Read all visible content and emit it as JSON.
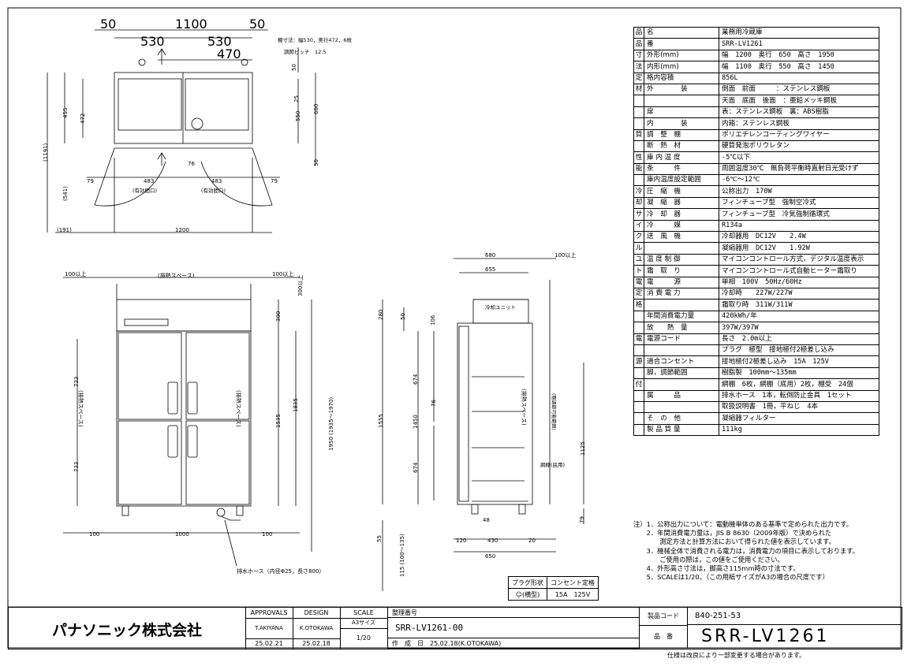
{
  "dimensions": {
    "top_w": "1100",
    "top_margin_l": "50",
    "top_margin_r": "50",
    "top_half_l": "530",
    "top_half_r": "530",
    "shelf_470": "470",
    "shelf_note": "棚寸法：幅530，奥行472，6枚",
    "pitch_note": "調節ピッチ　12.5",
    "top_50a": "50",
    "top_25": "25",
    "top_550": "550",
    "top_600": "600",
    "top_50b": "50",
    "left_455": "455",
    "left_472": "472",
    "left_1191": "(1191)",
    "left_541": "(541)",
    "eff_79a": "79",
    "eff_483a": "483",
    "eff_label_a": "(有効間口)",
    "eff_76": "76",
    "eff_483b": "483",
    "eff_label_b": "(有効間口)",
    "eff_79b": "79",
    "bot_191": "(191)",
    "bot_1200": "1200",
    "front_100l": "100以上",
    "front_exhaust": "(排熱スペース)",
    "front_100r": "100以上",
    "front_300": "300以上",
    "front_side_l": "(排熱スペース)",
    "front_side_r": "(排熱スペース)",
    "front_733a": "733",
    "front_733b": "733",
    "front_300v": "300",
    "front_1535": "1535",
    "front_1835": "1835",
    "front_1950": "1950 (1935〜1970)",
    "front_bot_100l": "100",
    "front_bot_1000": "1000",
    "front_bot_100r": "100",
    "drain_note": "排水ホース（内径Φ25，長さ800）",
    "side_680": "680",
    "side_100": "100以上",
    "side_655": "655",
    "side_unit": "冷却ユニット",
    "side_280": "280",
    "side_50": "50",
    "side_106": "106",
    "side_674a": "674",
    "side_76": "76",
    "side_1450": "1450",
    "side_674b": "674",
    "side_1555": "1555",
    "side_exhaust": "(排熱スペース)",
    "side_adjust": "(棚調節可能範囲)",
    "side_1125": "1125",
    "side_shelf": "網棚(底用)",
    "side_55": "55",
    "side_115": "115 (100〜135)",
    "side_48": "48",
    "side_79": "79",
    "side_120": "120",
    "side_430": "430",
    "side_20": "20",
    "side_650": "650"
  },
  "spec": {
    "rows": [
      [
        "品",
        "名",
        "業務用冷蔵庫"
      ],
      [
        "品",
        "番",
        "SRR-LV1261"
      ],
      [
        "寸",
        "外形(mm)",
        "幅　1200　奥行　650　高さ　1950"
      ],
      [
        "法",
        "内形(mm)",
        "幅　1100　奥行　550　高さ　1450"
      ],
      [
        "定",
        "格内容積",
        "856L"
      ],
      [
        "材",
        "外　　　　装",
        "側面　前面　　　：ステンレス鋼板"
      ],
      [
        "",
        "",
        "天面　底面　後面　：亜鉛メッキ鋼板"
      ],
      [
        "",
        "扉",
        "表：ステンレス鋼板　裏：ABS樹脂"
      ],
      [
        "",
        "内　　　　装",
        "内箱：ステンレス鋼板"
      ],
      [
        "質",
        "調　整　棚",
        "ポリエチレンコーティングワイヤー"
      ],
      [
        "",
        "断　熱　材",
        "硬質発泡ポリウレタン"
      ],
      [
        "性",
        "庫 内 温 度",
        "-5℃以下"
      ],
      [
        "能",
        "条　　　件",
        "周囲温度30℃　無負荷平衡時直射日光受けず"
      ],
      [
        "",
        "庫内温度設定範囲",
        "-6℃〜12℃"
      ],
      [
        "冷",
        "圧　縮　機",
        "公称出力　170W"
      ],
      [
        "却",
        "凝　縮　器",
        "フィンチューブ型　強制空冷式"
      ],
      [
        "サ",
        "冷　却　器",
        "フィンチューブ型　冷気強制循環式"
      ],
      [
        "イ",
        "冷　　　媒",
        "R134a"
      ],
      [
        "ク",
        "送　風　機",
        "冷却器用　DC12V　　2.4W"
      ],
      [
        "ル",
        "",
        "凝縮器用　DC12V　　1.92W"
      ],
      [
        "ユ",
        "温 度 制 御",
        "マイコンコントロール方式，デジタル温度表示"
      ],
      [
        "ト",
        "霜　取　り",
        "マイコンコントロール式自動ヒーター霜取り"
      ],
      [
        "電",
        "電　　　源",
        "単相　100V　50Hz/60Hz"
      ],
      [
        "定",
        "消 費 電 力",
        "冷却時　　227W/227W"
      ],
      [
        "格",
        "",
        "霜取り時　311W/311W"
      ],
      [
        "",
        "年間消費電力量",
        "420kWh/年"
      ],
      [
        "",
        "放　　熱　量",
        "397W/397W"
      ],
      [
        "電",
        "電源コード",
        "長さ　2.0m以上"
      ],
      [
        "",
        "",
        "プラグ　極型　接地極付2極差し込み"
      ],
      [
        "源",
        "適合コンセント",
        "接地極付2極差し込み　15A　125V"
      ],
      [
        "",
        "脚，調節範囲",
        "樹脂製　100mm〜135mm"
      ],
      [
        "付",
        "",
        "網棚　6枚，網棚（底用）2枚，棚受　24個"
      ],
      [
        "",
        "属　　　品",
        "排水ホース　1本，転倒防止金具　1セット"
      ],
      [
        "",
        "",
        "取扱説明書　1冊，平ねじ　4本"
      ],
      [
        "",
        "そ　の　他",
        "凝縮器フィルター"
      ],
      [
        "",
        "製 品 質 量",
        "111kg"
      ]
    ]
  },
  "notes": [
    "注）1．公称出力について：電動機単体のある基準で定められた出力です。",
    "　　2．年間消費電力量は，JIS B 8630（2009年版）で決められた",
    "　　　　測定方法と計算方法において得られた値を表示しています。",
    "　　3．機械全体で消費される電力は，消費電力の項目に表示しております。",
    "　　　　ご使用の際は，この値をご使用ください。",
    "　　4．外形高さ寸法は，脚高さ115mm時の寸法です。",
    "　　5．SCALEは1/20。（この用紙サイズがA3の場合の尺度です）"
  ],
  "plug": {
    "h1": "プラグ形状",
    "h2": "コンセント定格",
    "v1": "(横型)",
    "v2": "15A　125V"
  },
  "title_block": {
    "company": "パナソニック株式会社",
    "approvals_h": "APPROVALS",
    "design_h": "DESIGN",
    "scale_h": "SCALE",
    "approvals": "T.AKIYANA",
    "design": "K.OTOKAWA",
    "paper": "A3サイズ",
    "scale": "1/20",
    "approvals_date": "25.02.21",
    "design_date": "25.02.18",
    "ref_label": "整理番号",
    "ref_value": "SRR-LV1261-00",
    "made_label": "作　成　日",
    "made_value": "25.02.18(K.OTOKAWA)",
    "code_label": "製品コード",
    "code_value": "840-251-53",
    "model_label": "品　番",
    "model_value": "SRR-LV1261",
    "footnote": "仕様は改良により一部変更する場合があります。"
  }
}
